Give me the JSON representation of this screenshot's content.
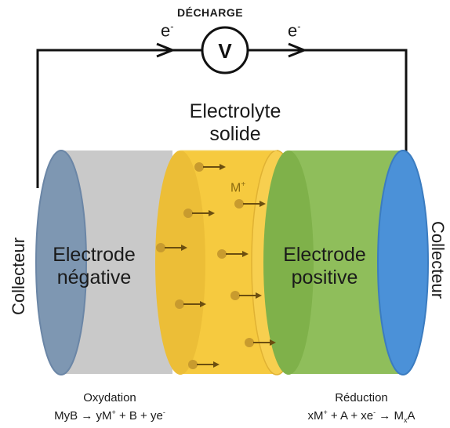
{
  "title": "DÉCHARGE",
  "electron_label": "e",
  "electron_charge": "-",
  "voltmeter": "V",
  "electrolyte": {
    "line1": "Electrolyte",
    "line2": "solide"
  },
  "ion_label": "M",
  "ion_charge": "+",
  "collector_label": "Collecteur",
  "negative": {
    "line1": "Electrode",
    "line2": "négative"
  },
  "positive": {
    "line1": "Electrode",
    "line2": "positive"
  },
  "oxidation": {
    "title": "Oxydation",
    "eq_a": "MyB → yM",
    "eq_b": " + B + ye",
    "plus": "+",
    "minus": "-"
  },
  "reduction": {
    "title": "Réduction",
    "eq_a": "xM",
    "eq_b": " + A + xe",
    "eq_c": " → M",
    "eq_d": "A",
    "plus": "+",
    "minus": "-",
    "sub": "x"
  },
  "colors": {
    "wire": "#111111",
    "left_collector": "#7d97b3",
    "negative_electrode": "#c7c7c7",
    "electrolyte": "#f4c63d",
    "electrolyte_light": "#fad45a",
    "positive_electrode": "#8fbf5a",
    "right_collector": "#4a8fd6",
    "ion": "#c89b2e",
    "arrow": "#6b4e10"
  }
}
